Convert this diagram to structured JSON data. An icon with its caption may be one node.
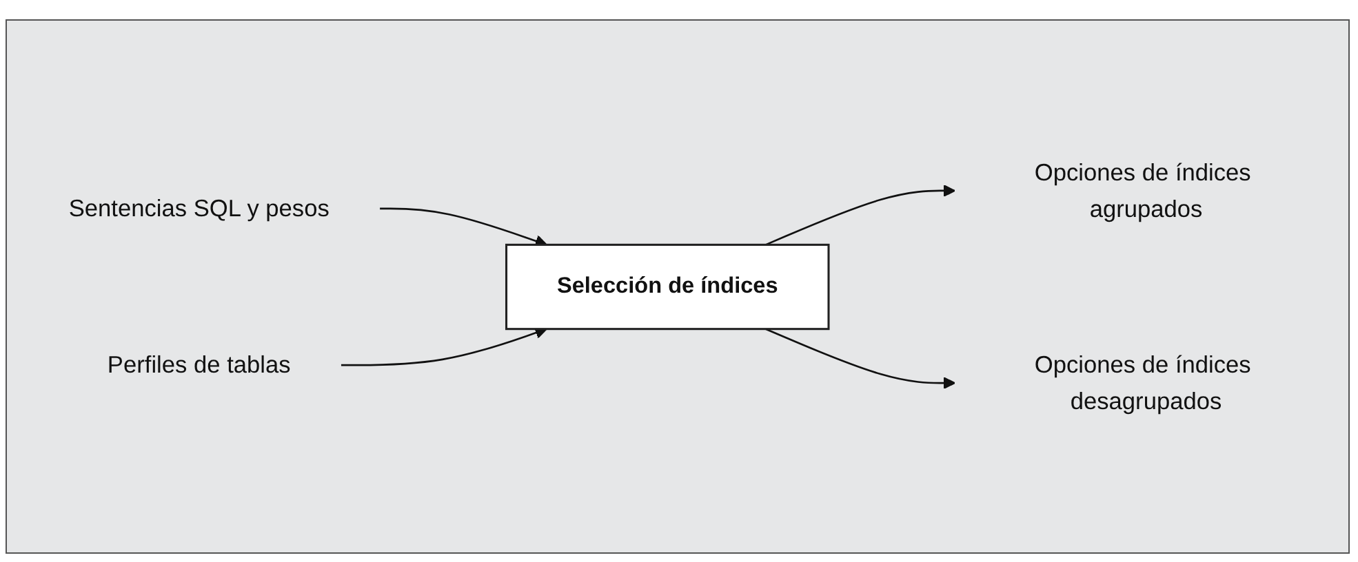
{
  "diagram": {
    "nodes": [
      {
        "text": [
          "Sentencias SQL y pesos"
        ]
      },
      {
        "text": [
          "Perfiles de tablas"
        ]
      },
      {
        "text": [
          "Selección de índices"
        ]
      },
      {
        "text": [
          "Opciones de índices agrupados"
        ]
      },
      {
        "text": [
          "Opciones de índices desagrupados"
        ]
      }
    ],
    "edges": [
      {
        "from": 0,
        "to": 2,
        "arrow": "to"
      },
      {
        "from": 1,
        "to": 2,
        "arrow": "to"
      },
      {
        "from": 2,
        "to": 3,
        "arrow": "to"
      },
      {
        "from": 2,
        "to": 4,
        "arrow": "to"
      }
    ]
  }
}
